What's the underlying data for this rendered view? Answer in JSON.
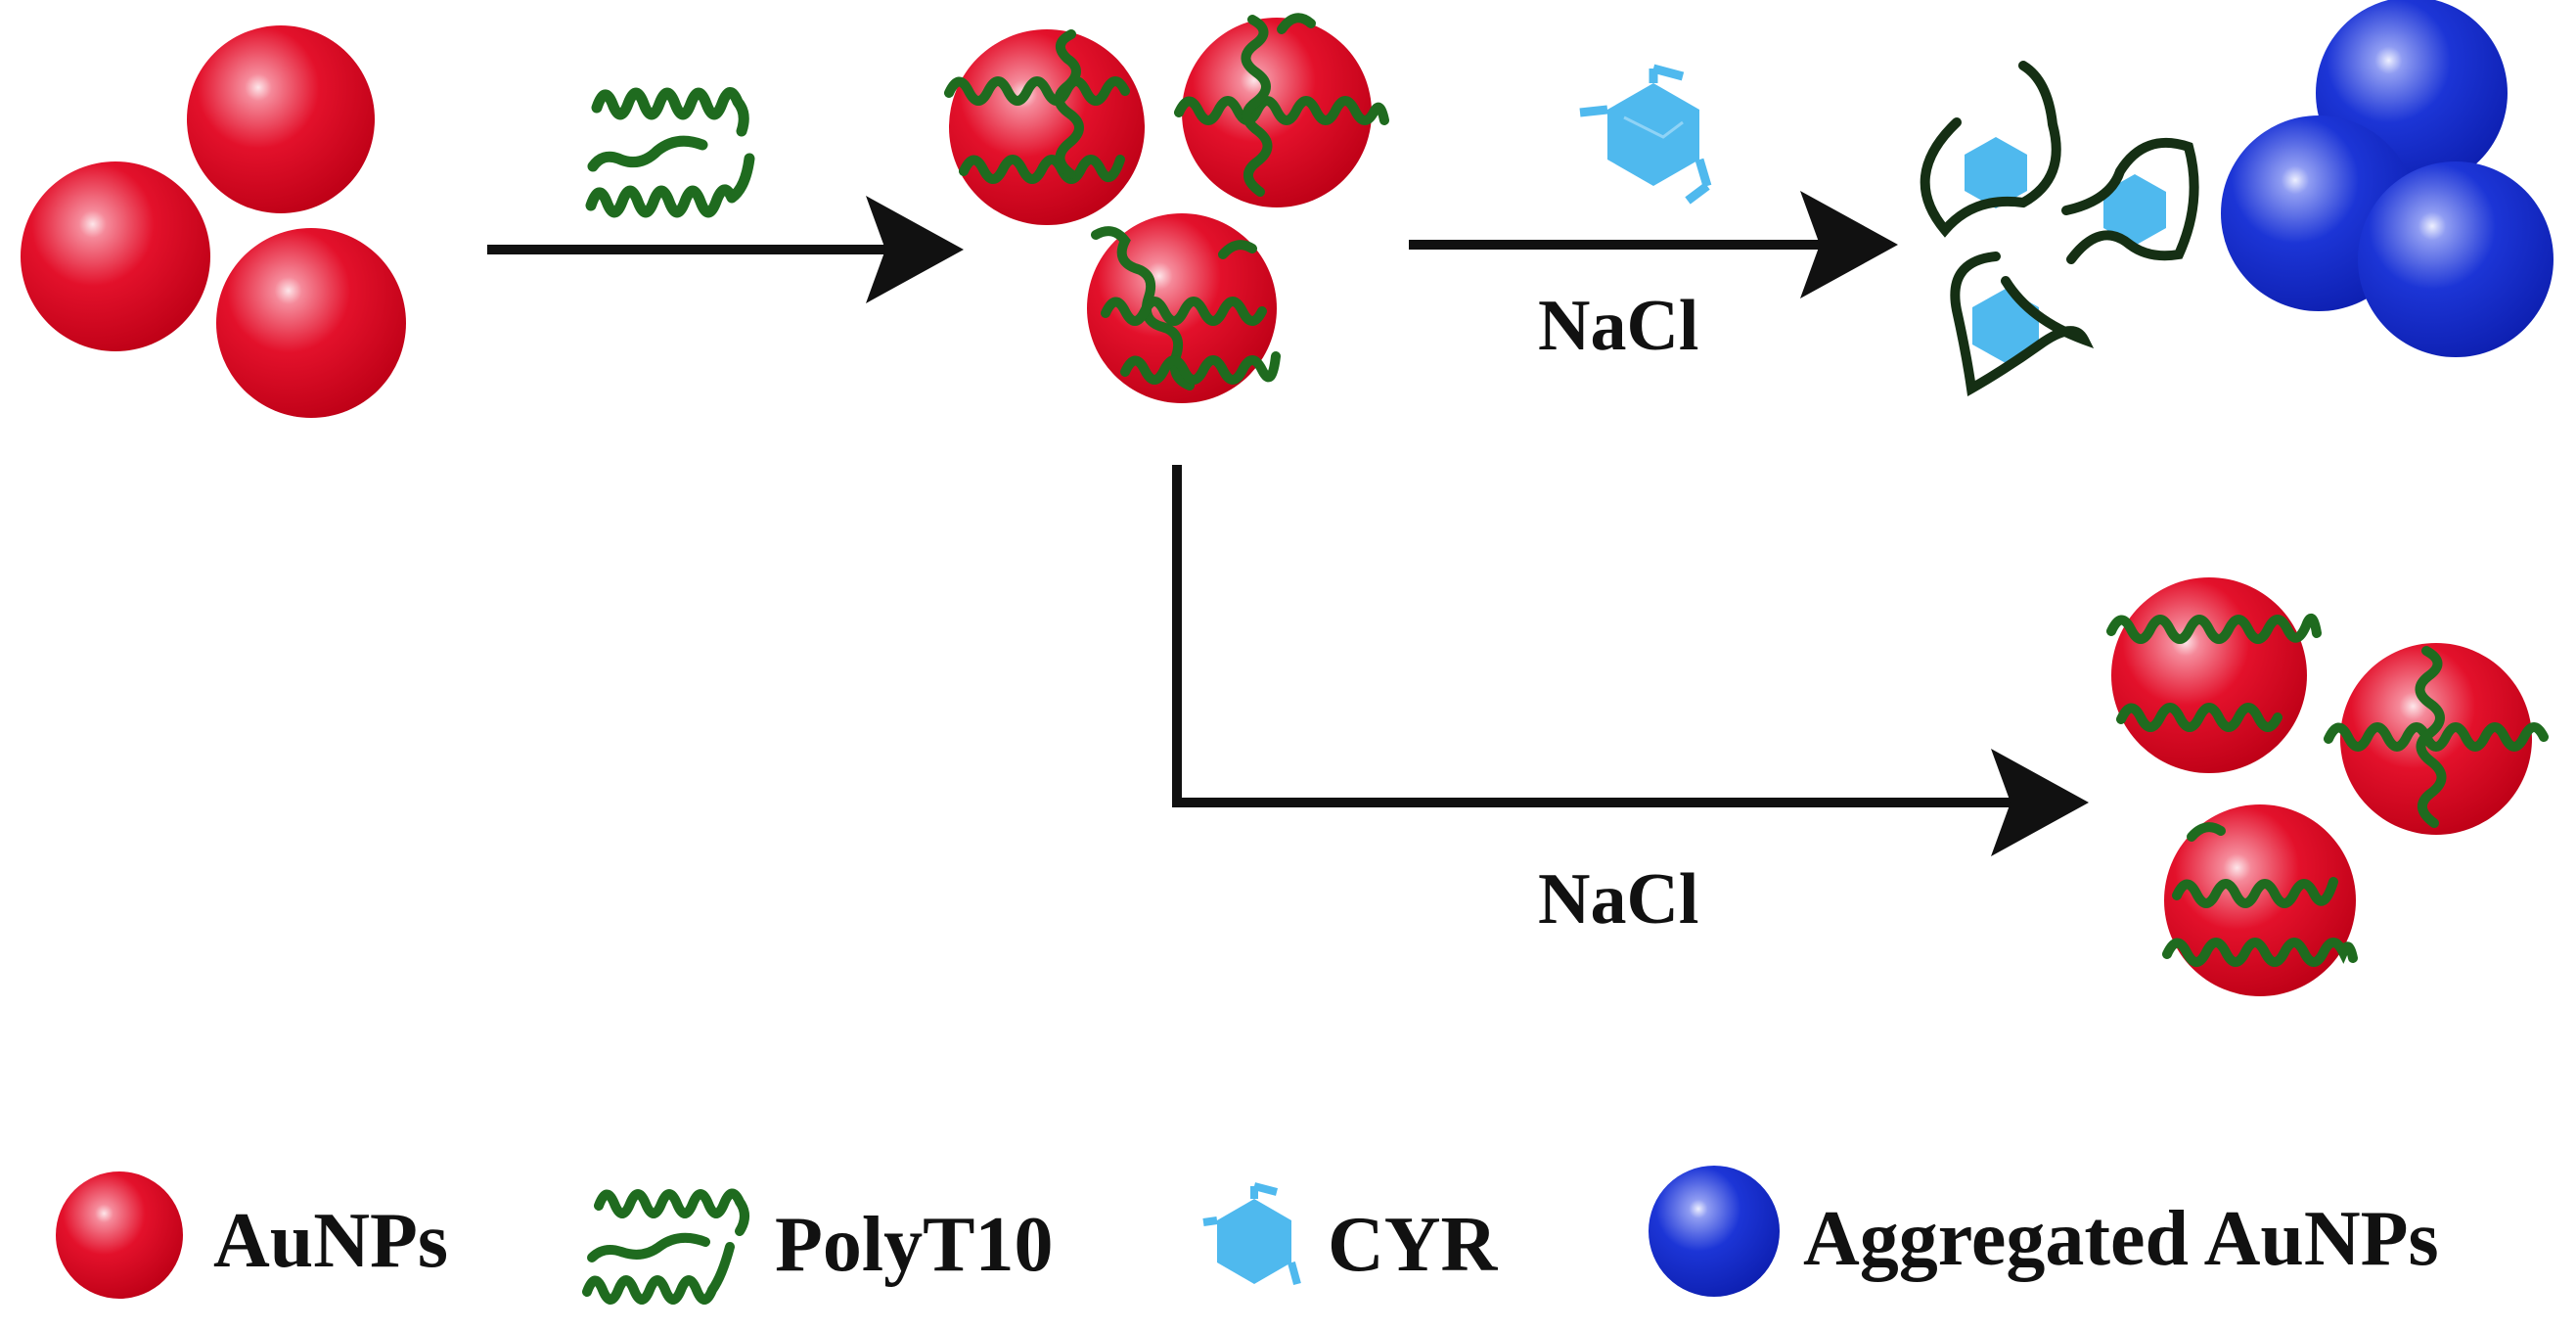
{
  "reaction": {
    "arrow_top_label": "NaCl",
    "arrow_bottom_label": "NaCl"
  },
  "legend": {
    "aunps": "AuNPs",
    "polyt10": "PolyT10",
    "cyr": "CYR",
    "aggregated": "Aggregated AuNPs"
  },
  "colors": {
    "gold_nanoparticle": "#e3112b",
    "aggregated_nanoparticle": "#1c35d6",
    "polyT10_strand": "#1f6b1f",
    "cyr_molecule": "#4fb9ee",
    "arrow": "#111111"
  }
}
